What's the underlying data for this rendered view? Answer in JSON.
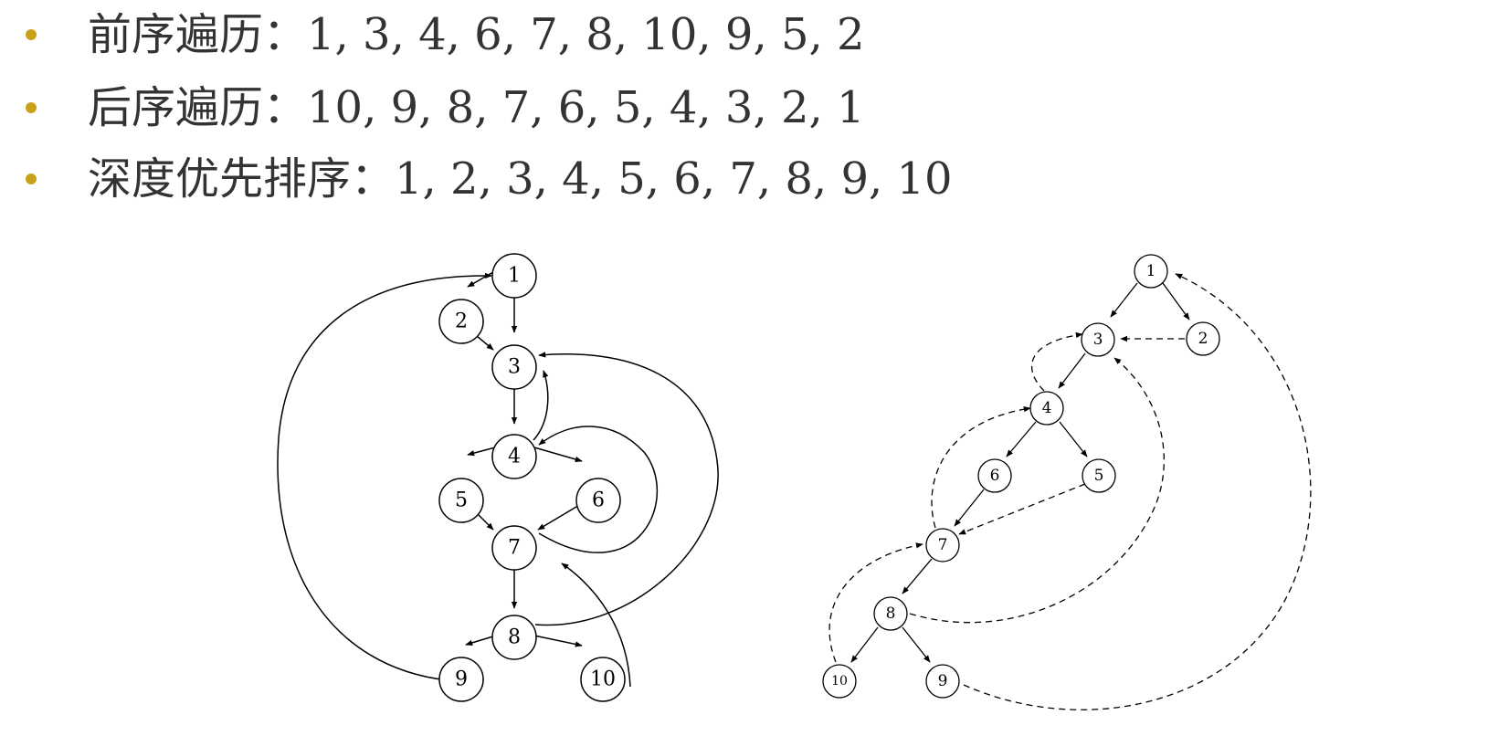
{
  "bullets": [
    {
      "text": "前序遍历：1, 3, 4, 6, 7, 8, 10, 9, 5, 2"
    },
    {
      "text": "后序遍历：10, 9, 8, 7, 6, 5, 4, 3, 2, 1"
    },
    {
      "text": "深度优先排序：1, 2, 3, 4, 5, 6, 7, 8, 9, 10"
    }
  ],
  "colors": {
    "bullet": "#c9a21a",
    "text": "#333333",
    "diagram": "#000000"
  },
  "left_graph": {
    "nodes": [
      "1",
      "2",
      "3",
      "4",
      "5",
      "6",
      "7",
      "8",
      "9",
      "10"
    ]
  },
  "right_graph": {
    "nodes": [
      "1",
      "2",
      "3",
      "4",
      "5",
      "6",
      "7",
      "8",
      "9",
      "10"
    ]
  }
}
